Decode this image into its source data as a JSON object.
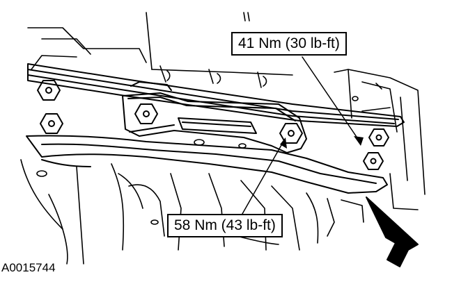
{
  "callouts": {
    "upper_torque": "41 Nm (30 lb-ft)",
    "lower_torque": "58 Nm (43 lb-ft)"
  },
  "figure_id": "A0015744",
  "colors": {
    "ink": "#000000",
    "paper": "#ffffff"
  },
  "icons": [
    "bolt-icon",
    "direction-arrow-icon"
  ]
}
